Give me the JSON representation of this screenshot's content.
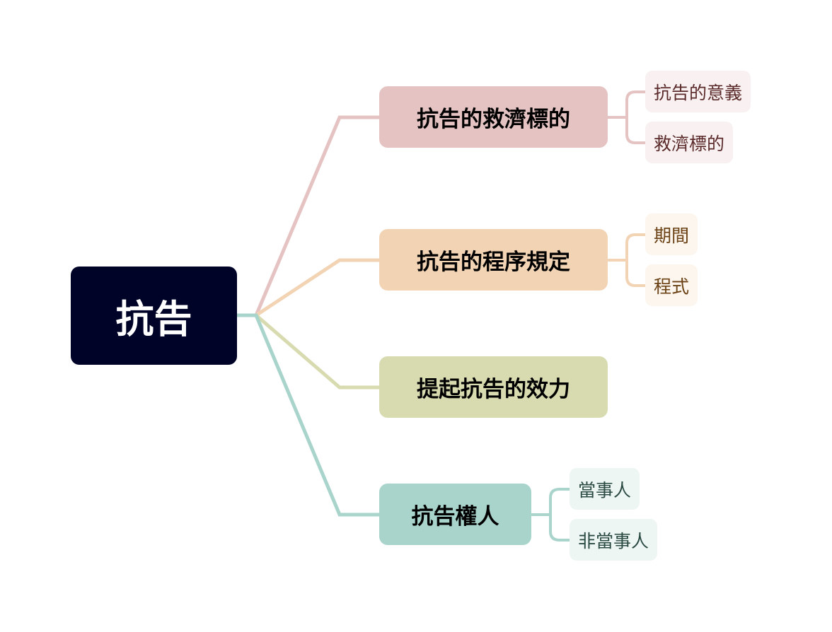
{
  "root": {
    "label": "抗告",
    "color": "#000328"
  },
  "branches": [
    {
      "label": "抗告的救濟標的",
      "color": "#E6C3C3",
      "leaf_bg": "#F9F1F1",
      "leaf_text": "#5A2A2A",
      "children": [
        "抗告的意義",
        "救濟標的"
      ]
    },
    {
      "label": "抗告的程序規定",
      "color": "#F2D4B4",
      "leaf_bg": "#FDF6EE",
      "leaf_text": "#6B4215",
      "children": [
        "期間",
        "程式"
      ]
    },
    {
      "label": "提起抗告的效力",
      "color": "#D8DBAF",
      "children": []
    },
    {
      "label": "抗告權人",
      "color": "#A9D4CC",
      "leaf_bg": "#EEF6F4",
      "leaf_text": "#2B4A42",
      "children": [
        "當事人",
        "非當事人"
      ]
    }
  ]
}
